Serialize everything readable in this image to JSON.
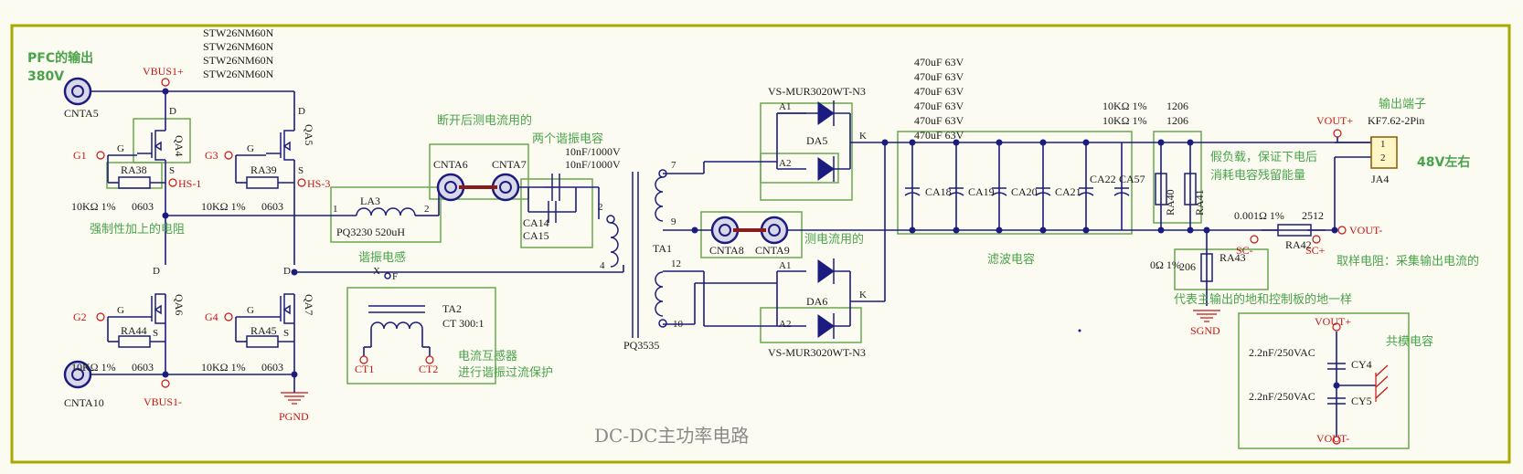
{
  "title": "DC-DC主功率电路",
  "mosfets": {
    "part_list": [
      "STW26NM60N",
      "STW26NM60N",
      "STW26NM60N",
      "STW26NM60N"
    ],
    "qa4": {
      "ref": "QA4",
      "gate": "G1",
      "resistor": "RA38",
      "node": "HS-1"
    },
    "qa5": {
      "ref": "QA5",
      "gate": "G3",
      "resistor": "RA39",
      "node": "HS-3"
    },
    "qa6": {
      "ref": "QA6",
      "gate": "G2",
      "resistor": "RA44"
    },
    "qa7": {
      "ref": "QA7",
      "gate": "G4",
      "resistor": "RA45"
    },
    "resistor_value": "10KΩ 1%",
    "resistor_package": "0603",
    "pin_g": "G",
    "pin_d": "D",
    "pin_s": "S"
  },
  "input": {
    "note_pfc": "PFC的输出",
    "note_voltage": "380V",
    "cnta5": "CNTA5",
    "cnta10": "CNTA10",
    "vbus_pos": "VBUS1+",
    "vbus_neg": "VBUS1-",
    "pgnd": "PGND",
    "note_resistor": "强制性加上的电阻"
  },
  "resonant": {
    "inductor_ref": "LA3",
    "inductor_value": "PQ3230 520uH",
    "pin1": "1",
    "pin2": "2",
    "cnta6": "CNTA6",
    "cnta7": "CNTA7",
    "note_break": "断开后测电流用的",
    "note_caps": "两个谐振电容",
    "cap_values": [
      "10nF/1000V",
      "10nF/1000V"
    ],
    "ca14": "CA14",
    "ca15": "CA15",
    "note_inductor": "谐振电感",
    "ct_ref": "TA2",
    "ct_value": "CT 300:1",
    "ct1": "CT1",
    "ct2": "CT2",
    "ct_x": "X",
    "ct_f": "F",
    "note_ct1": "电流互感器",
    "note_ct2": "进行谐振过流保护"
  },
  "transformer": {
    "ref": "TA1",
    "core": "PQ3535",
    "pins": [
      "7",
      "9",
      "12",
      "10",
      "2",
      "4"
    ]
  },
  "rectifier": {
    "diode_part": "VS-MUR3020WT-N3",
    "da5": "DA5",
    "da6": "DA6",
    "a1": "A1",
    "a2": "A2",
    "k": "K",
    "cnta8": "CNTA8",
    "cnta9": "CNTA9",
    "note_current": "测电流用的"
  },
  "filter": {
    "cap_values": [
      "470uF 63V",
      "470uF 63V",
      "470uF 63V",
      "470uF 63V",
      "470uF 63V",
      "470uF 63V"
    ],
    "caps": [
      "CA18",
      "CA19",
      "CA20",
      "CA21",
      "CA22",
      "CA57"
    ],
    "note": "滤波电容"
  },
  "load": {
    "res_values": [
      "10KΩ 1%",
      "10KΩ 1%"
    ],
    "res_package": [
      "1206",
      "1206"
    ],
    "ra40": "RA40",
    "ra41": "RA41",
    "note1": "假负载，保证下电后",
    "note2": "消耗电容残留能量",
    "ra43": "RA43",
    "ra43_value": "0Ω 1%",
    "ra43_package": "206",
    "sgnd": "SGND",
    "note_gnd": "代表主输出的地和控制板的地一样",
    "shunt_value": "0.001Ω 1%",
    "shunt_package": "2512",
    "ra42": "RA42",
    "sc_neg": "SC-",
    "sc_pos": "SC+",
    "note_shunt": "取样电阻：采集输出电流的"
  },
  "output": {
    "note_terminal": "输出端子",
    "connector": "KF7.62-2Pin",
    "ja4": "JA4",
    "pin1": "1",
    "pin2": "2",
    "vout_pos": "VOUT+",
    "vout_neg": "VOUT-",
    "note_48v": "48V左右"
  },
  "ycaps": {
    "note": "共模电容",
    "vout_pos": "VOUT+",
    "vout_neg": "VOUT-",
    "cy4": "CY4",
    "cy5": "CY5",
    "value": "2.2nF/250VAC"
  }
}
